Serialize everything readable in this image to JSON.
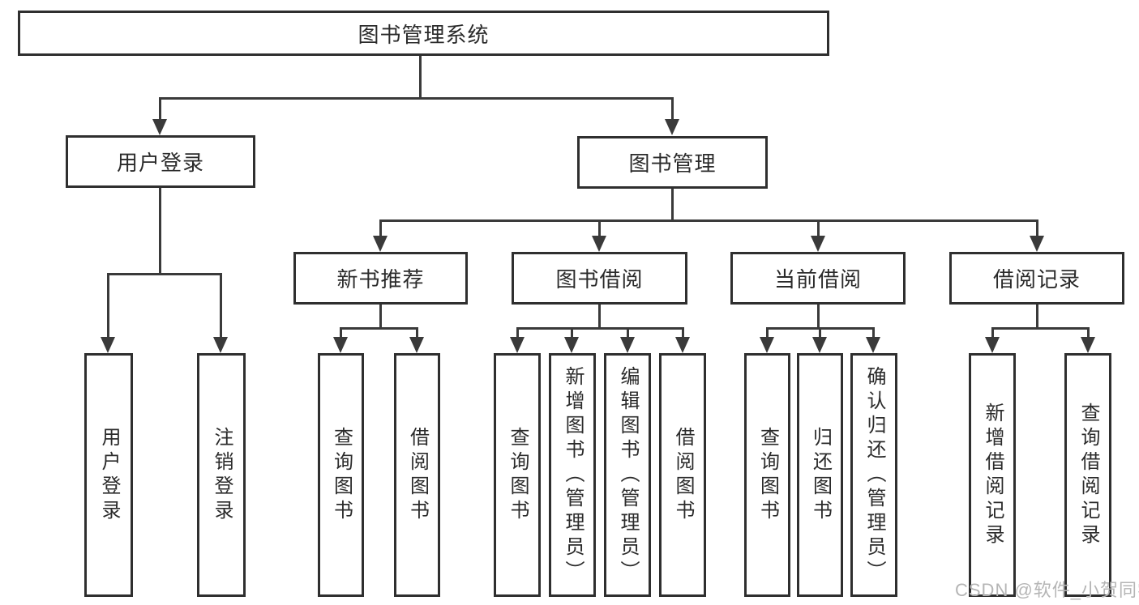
{
  "colors": {
    "bg": "#ffffff",
    "line": "#3a3a3a",
    "border": "#2f2f2f",
    "text": "#2b2b2b",
    "watermark": "#b5b5b5"
  },
  "nodes": {
    "root": {
      "label": "图书管理系统"
    },
    "user_login": {
      "label": "用户登录"
    },
    "book_mgmt": {
      "label": "图书管理"
    },
    "new_book_rec": {
      "label": "新书推荐"
    },
    "book_borrow": {
      "label": "图书借阅"
    },
    "current_borrow": {
      "label": "当前借阅"
    },
    "borrow_record": {
      "label": "借阅记录"
    },
    "leaf_user_login": {
      "label": "用户登录"
    },
    "leaf_logout": {
      "label": "注销登录"
    },
    "leaf_nb_query": {
      "label": "查询图书"
    },
    "leaf_nb_borrow": {
      "label": "借阅图书"
    },
    "leaf_bb_query": {
      "label": "查询图书"
    },
    "leaf_bb_add": {
      "label": "新增图书（管理员）"
    },
    "leaf_bb_edit": {
      "label": "编辑图书（管理员）"
    },
    "leaf_bb_borrow": {
      "label": "借阅图书"
    },
    "leaf_cb_query": {
      "label": "查询图书"
    },
    "leaf_cb_return": {
      "label": "归还图书"
    },
    "leaf_cb_confirm": {
      "label": "确认归还（管理员）"
    },
    "leaf_br_add": {
      "label": "新增借阅记录"
    },
    "leaf_br_query": {
      "label": "查询借阅记录"
    }
  },
  "watermark": {
    "text": "CSDN @软件_小贺同学"
  }
}
